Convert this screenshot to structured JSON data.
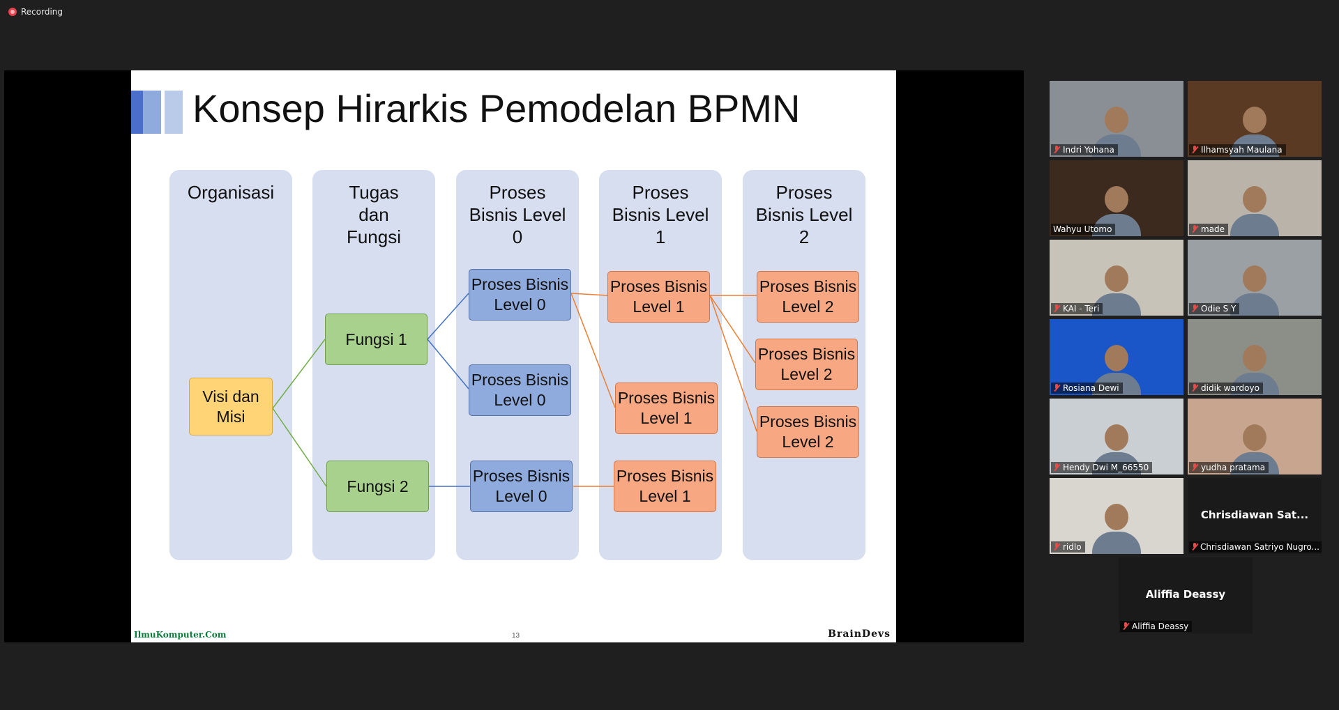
{
  "status": {
    "recording_label": "Recording"
  },
  "slide": {
    "title": "Konsep Hirarkis Pemodelan BPMN",
    "bar_colors": [
      "#4a6ec9",
      "#8faadc",
      "#b9cbe8"
    ],
    "columns": [
      "Organisasi",
      "Tugas dan Fungsi",
      "Proses Bisnis Level 0",
      "Proses Bisnis Level 1",
      "Proses Bisnis Level 2"
    ],
    "nodes": {
      "visi": "Visi dan Misi",
      "fungsi1": "Fungsi 1",
      "fungsi2": "Fungsi 2",
      "l0": "Proses Bisnis Level 0",
      "l1": "Proses Bisnis Level 1",
      "l2": "Proses Bisnis Level 2"
    },
    "footer": {
      "left": "IlmuKomputer.Com",
      "page": "13",
      "right": "BrainDevs"
    },
    "line_colors": {
      "green": "#70ad47",
      "blue": "#4472c4",
      "orange": "#ed7d31"
    }
  },
  "participants": [
    {
      "name": "Indri Yohana",
      "bg": "#8a8f95"
    },
    {
      "name": "Ilhamsyah Maulana",
      "bg": "#5a3a22"
    },
    {
      "name": "Wahyu Utomo",
      "bg": "#3b2a1d"
    },
    {
      "name": "made",
      "bg": "#b9b3aa"
    },
    {
      "name": "KAI - Teri",
      "bg": "#c8c3b8"
    },
    {
      "name": "Odie S Y",
      "bg": "#9aa0a4"
    },
    {
      "name": "Rosiana Dewi",
      "bg": "#1a56c7"
    },
    {
      "name": "didik wardoyo",
      "bg": "#8c8f88"
    },
    {
      "name": "Hendy Dwi M_66550",
      "bg": "#c9cfd3"
    },
    {
      "name": "yudha pratama",
      "bg": "#c8a58e"
    },
    {
      "name": "ridlo",
      "bg": "#d9d6d0"
    },
    {
      "name": "Chrisdiawan Satriyo Nugro...",
      "display": "Chrisdiawan Sat...",
      "bg": "#1a1a1a"
    },
    {
      "name": "Aliffia Deassy",
      "display": "Aliffia Deassy",
      "bg": "#1a1a1a"
    }
  ]
}
